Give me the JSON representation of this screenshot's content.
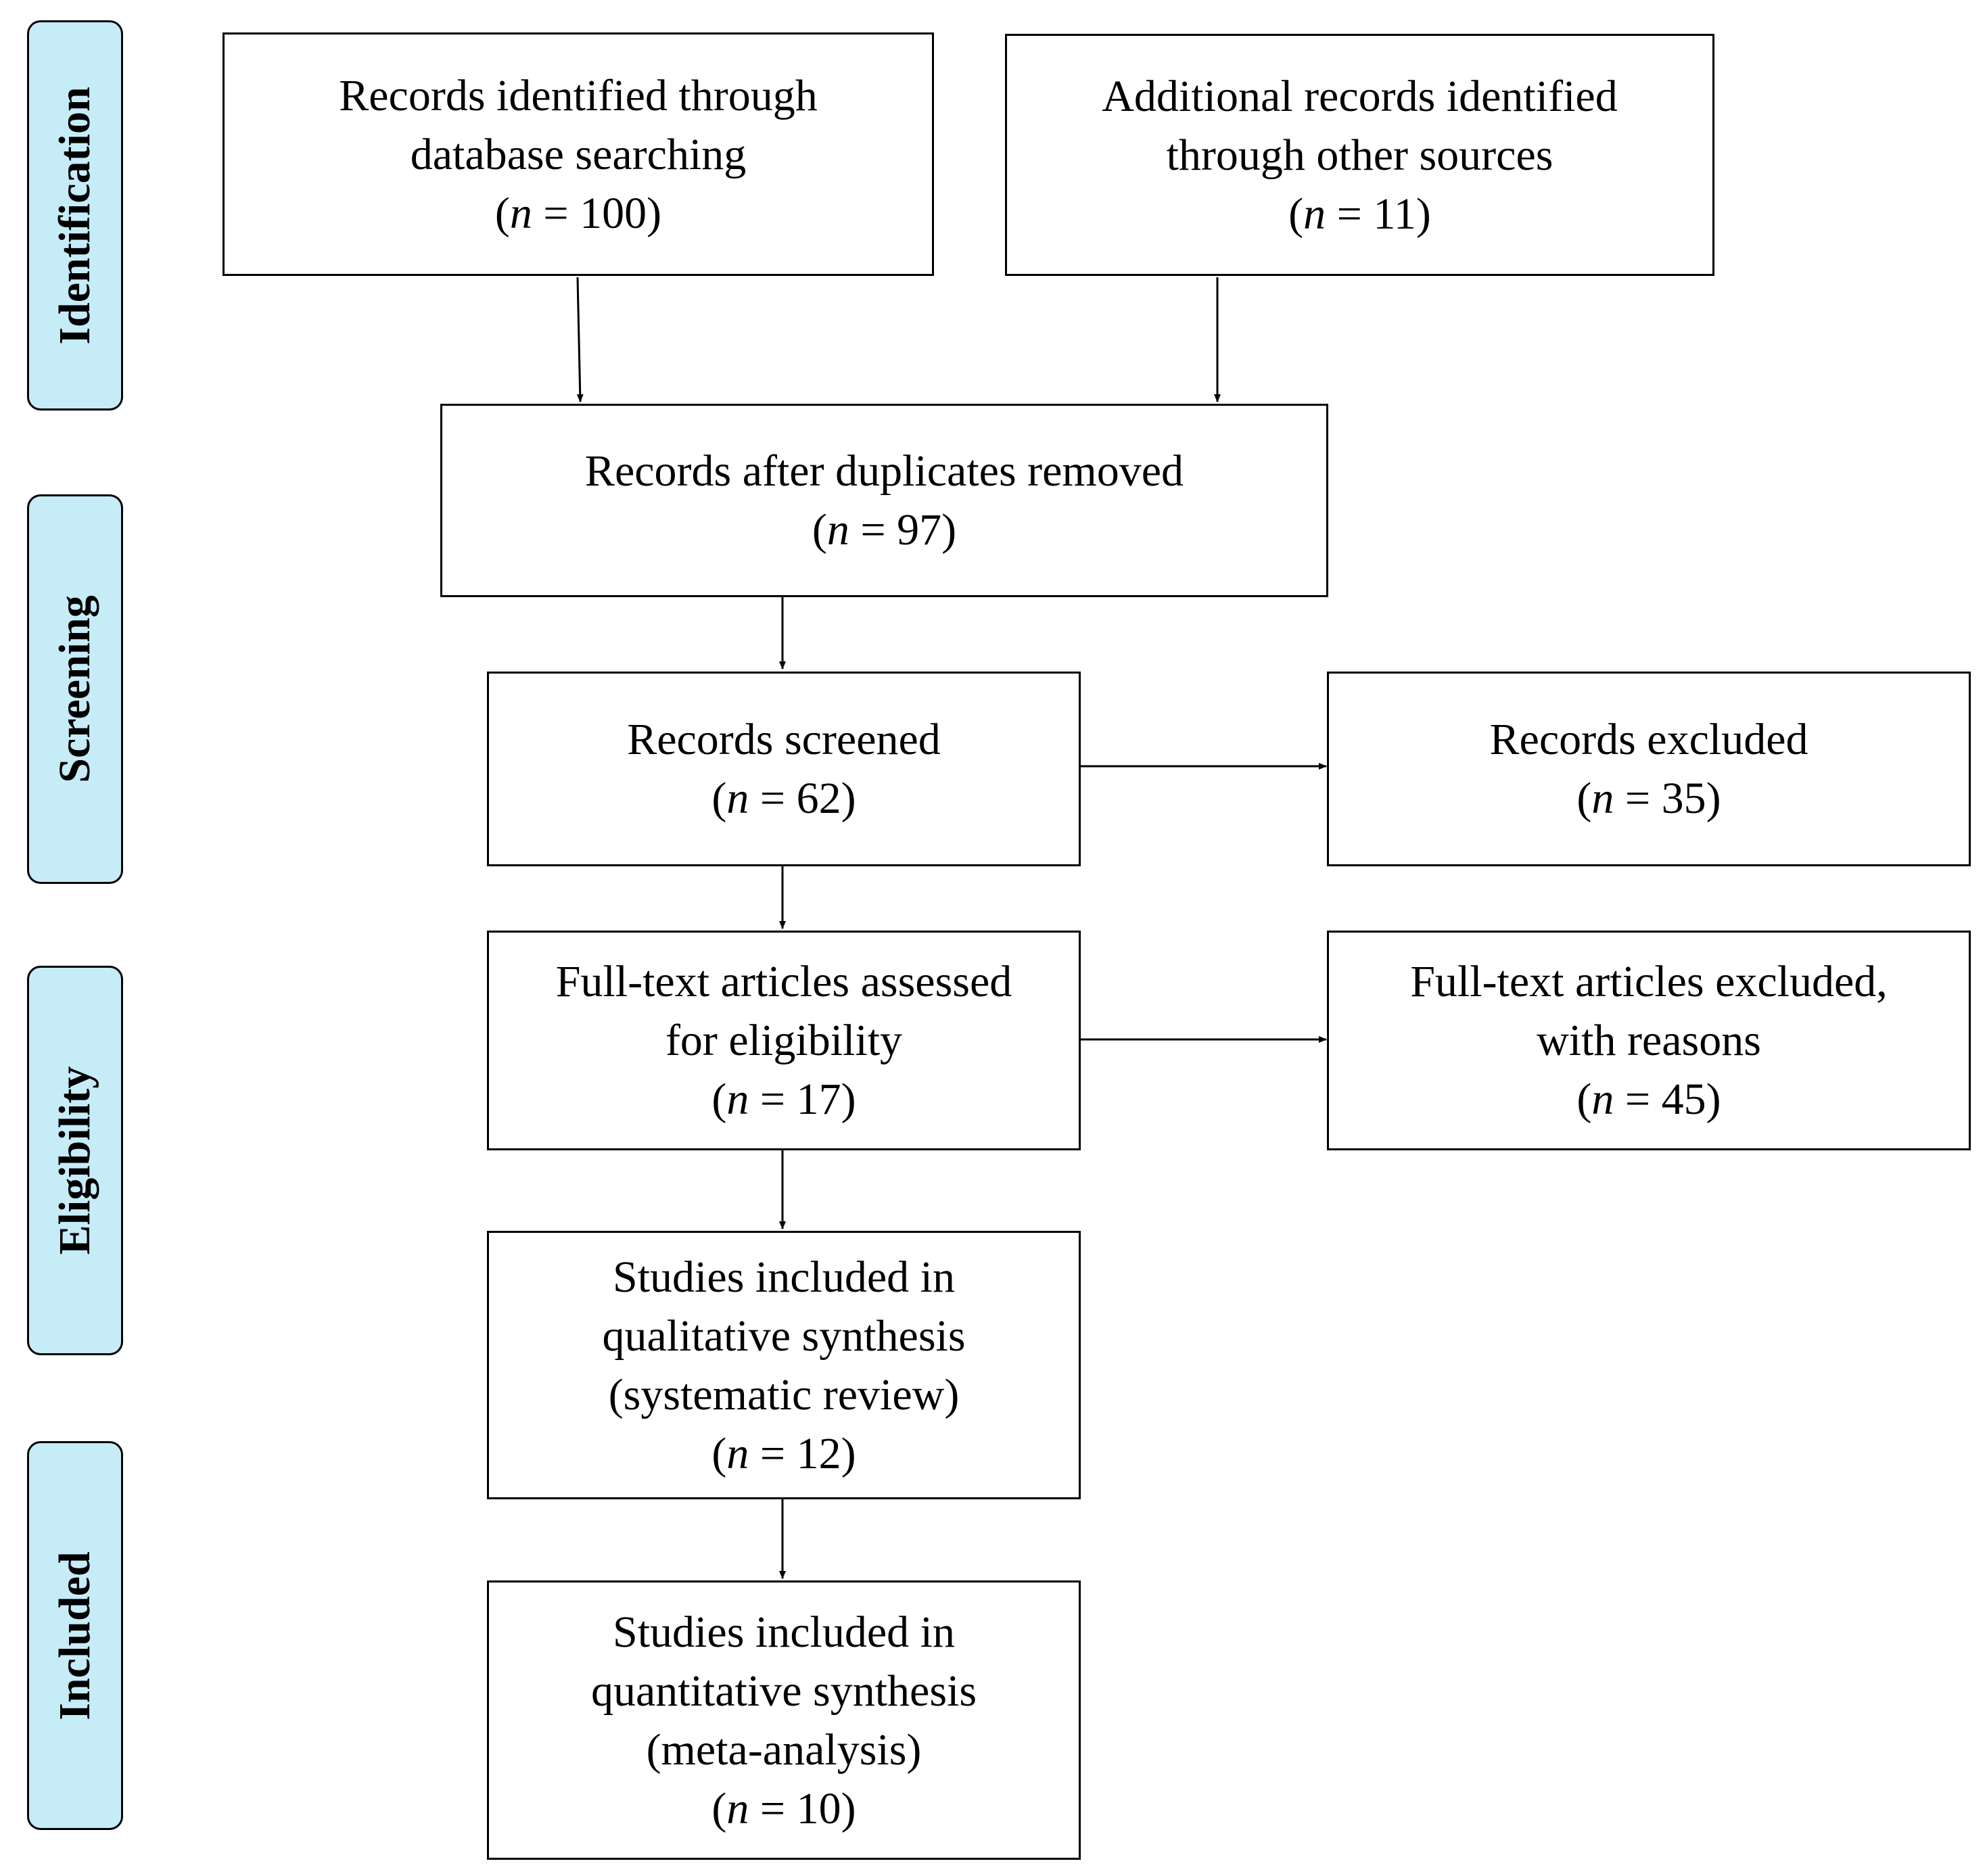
{
  "stages": {
    "identification": "Identification",
    "screening": "Screening",
    "eligibility": "Eligibility",
    "included": "Included"
  },
  "boxes": {
    "database_search": {
      "lines": [
        "Records identified through",
        "database searching"
      ],
      "n_var": "n",
      "n_value": "= 100"
    },
    "other_sources": {
      "lines": [
        "Additional records identified",
        "through other sources"
      ],
      "n_var": "n",
      "n_value": "= 11"
    },
    "duplicates_removed": {
      "lines": [
        "Records after duplicates removed"
      ],
      "n_var": "n",
      "n_value": "= 97"
    },
    "screened": {
      "lines": [
        "Records screened"
      ],
      "n_var": "n",
      "n_value": "= 62"
    },
    "excluded": {
      "lines": [
        "Records excluded"
      ],
      "n_var": "n",
      "n_value": "= 35"
    },
    "fulltext_assessed": {
      "lines": [
        "Full-text articles assessed",
        "for eligibility"
      ],
      "n_var": "n",
      "n_value": "= 17"
    },
    "fulltext_excluded": {
      "lines": [
        "Full-text articles excluded,",
        "with reasons"
      ],
      "n_var": "n",
      "n_value": "= 45"
    },
    "qualitative": {
      "lines": [
        "Studies included in",
        "qualitative synthesis",
        "(systematic review)"
      ],
      "n_var": "n",
      "n_value": "= 12"
    },
    "quantitative": {
      "lines": [
        "Studies included in",
        "quantitative synthesis",
        "(meta-analysis)"
      ],
      "n_var": "n",
      "n_value": "= 10"
    }
  }
}
